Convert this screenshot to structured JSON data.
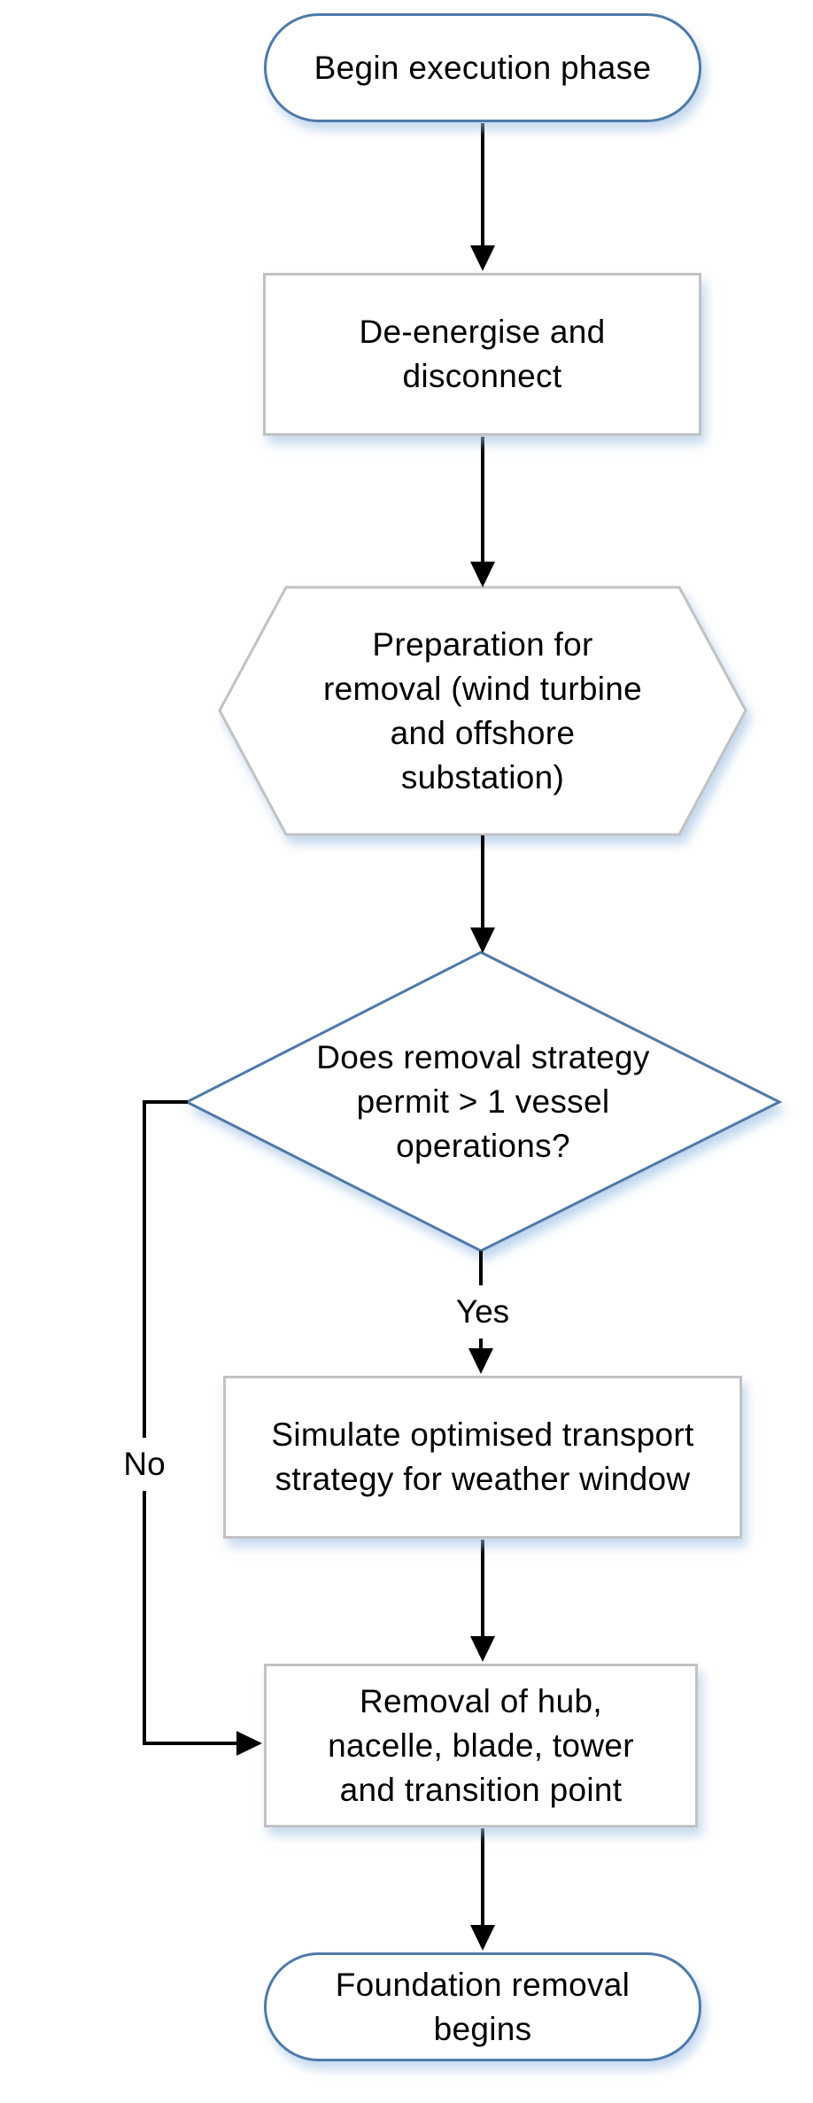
{
  "flowchart": {
    "background": "#ffffff",
    "colors": {
      "terminator_border": "#4e7aa9",
      "decision_border": "#4e7aa9",
      "process_border": "#c2c2c2",
      "hexagon_border": "#c2c2c2",
      "connector_line": "#000000",
      "text": "#000000",
      "shadow": "#9fc0e2"
    }
  },
  "nodes": {
    "start": {
      "shape": "terminator",
      "label": "Begin execution phase"
    },
    "deenergise": {
      "shape": "process",
      "label": "De-energise and\ndisconnect"
    },
    "preparation": {
      "shape": "hexagon",
      "label": "Preparation for\nremoval (wind turbine\nand offshore\nsubstation)"
    },
    "decision": {
      "shape": "decision",
      "label": "Does removal strategy\npermit > 1 vessel\noperations?"
    },
    "simulate": {
      "shape": "process",
      "label": "Simulate optimised transport\nstrategy for weather window"
    },
    "removal": {
      "shape": "process",
      "label": "Removal of hub,\nnacelle, blade, tower\nand transition point"
    },
    "end": {
      "shape": "terminator",
      "label": "Foundation removal\nbegins"
    }
  },
  "edges": {
    "yes": "Yes",
    "no": "No"
  }
}
